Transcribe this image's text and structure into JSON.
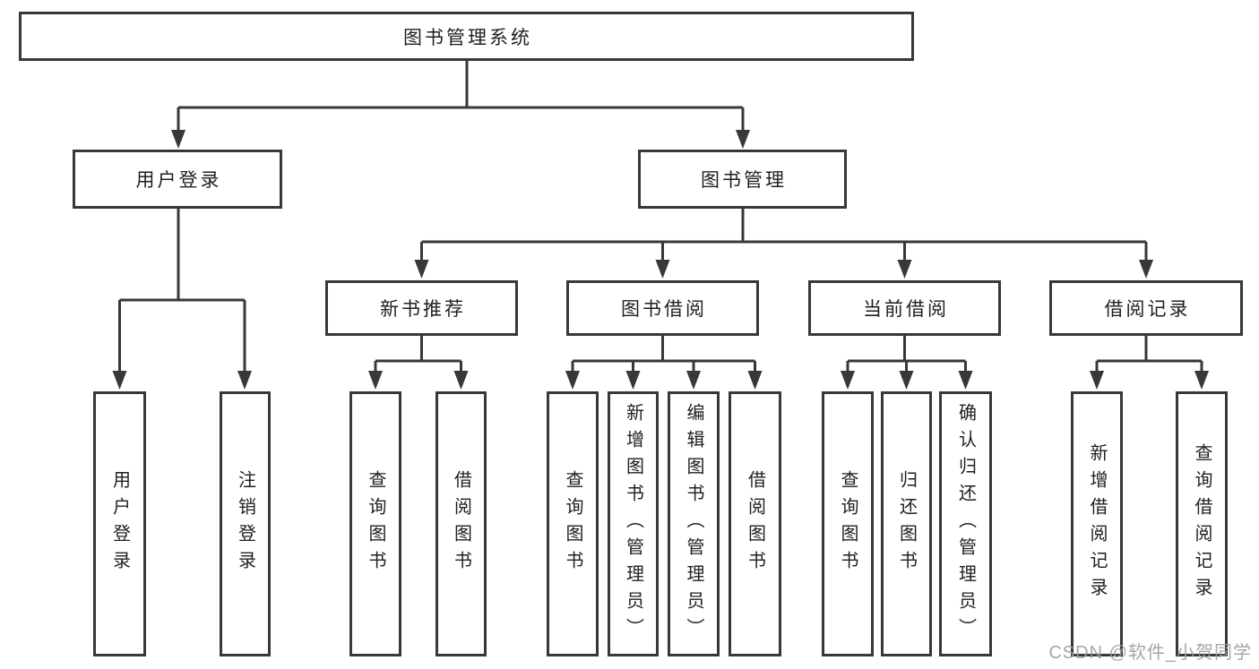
{
  "diagram": {
    "title": "图书管理系统",
    "watermark": "CSDN @软件_小贺同学",
    "colors": {
      "line": "#383838",
      "box_border": "#383838",
      "text": "#1f1f1f",
      "watermark": "#9c9c9c",
      "background": "#ffffff"
    },
    "nodes": [
      {
        "id": "root",
        "label": "图书管理系统",
        "level": 1,
        "parent": null
      },
      {
        "id": "user-login",
        "label": "用户登录",
        "level": 2,
        "parent": "root"
      },
      {
        "id": "book-mgmt",
        "label": "图书管理",
        "level": 2,
        "parent": "root"
      },
      {
        "id": "new-book-rec",
        "label": "新书推荐",
        "level": 3,
        "parent": "book-mgmt"
      },
      {
        "id": "book-borrow",
        "label": "图书借阅",
        "level": 3,
        "parent": "book-mgmt"
      },
      {
        "id": "current-borrow",
        "label": "当前借阅",
        "level": 3,
        "parent": "book-mgmt"
      },
      {
        "id": "borrow-records",
        "label": "借阅记录",
        "level": 3,
        "parent": "book-mgmt"
      },
      {
        "id": "user-login-leaf",
        "label": "用户登录",
        "level": 4,
        "parent": "user-login"
      },
      {
        "id": "logout-leaf",
        "label": "注销登录",
        "level": 4,
        "parent": "user-login"
      },
      {
        "id": "query-books-newrec",
        "label": "查询图书",
        "level": 4,
        "parent": "new-book-rec"
      },
      {
        "id": "borrow-books-newrec",
        "label": "借阅图书",
        "level": 4,
        "parent": "new-book-rec"
      },
      {
        "id": "query-books-borrow",
        "label": "查询图书",
        "level": 4,
        "parent": "book-borrow"
      },
      {
        "id": "add-book-admin",
        "label": "新增图书（管理员）",
        "level": 4,
        "parent": "book-borrow"
      },
      {
        "id": "edit-book-admin",
        "label": "编辑图书（管理员）",
        "level": 4,
        "parent": "book-borrow"
      },
      {
        "id": "borrow-books-borrow",
        "label": "借阅图书",
        "level": 4,
        "parent": "book-borrow"
      },
      {
        "id": "query-books-current",
        "label": "查询图书",
        "level": 4,
        "parent": "current-borrow"
      },
      {
        "id": "return-book",
        "label": "归还图书",
        "level": 4,
        "parent": "current-borrow"
      },
      {
        "id": "confirm-return-admin",
        "label": "确认归还（管理员）",
        "level": 4,
        "parent": "current-borrow"
      },
      {
        "id": "add-borrow-record",
        "label": "新增借阅记录",
        "level": 4,
        "parent": "borrow-records"
      },
      {
        "id": "query-borrow-record",
        "label": "查询借阅记录",
        "level": 4,
        "parent": "borrow-records"
      }
    ]
  }
}
